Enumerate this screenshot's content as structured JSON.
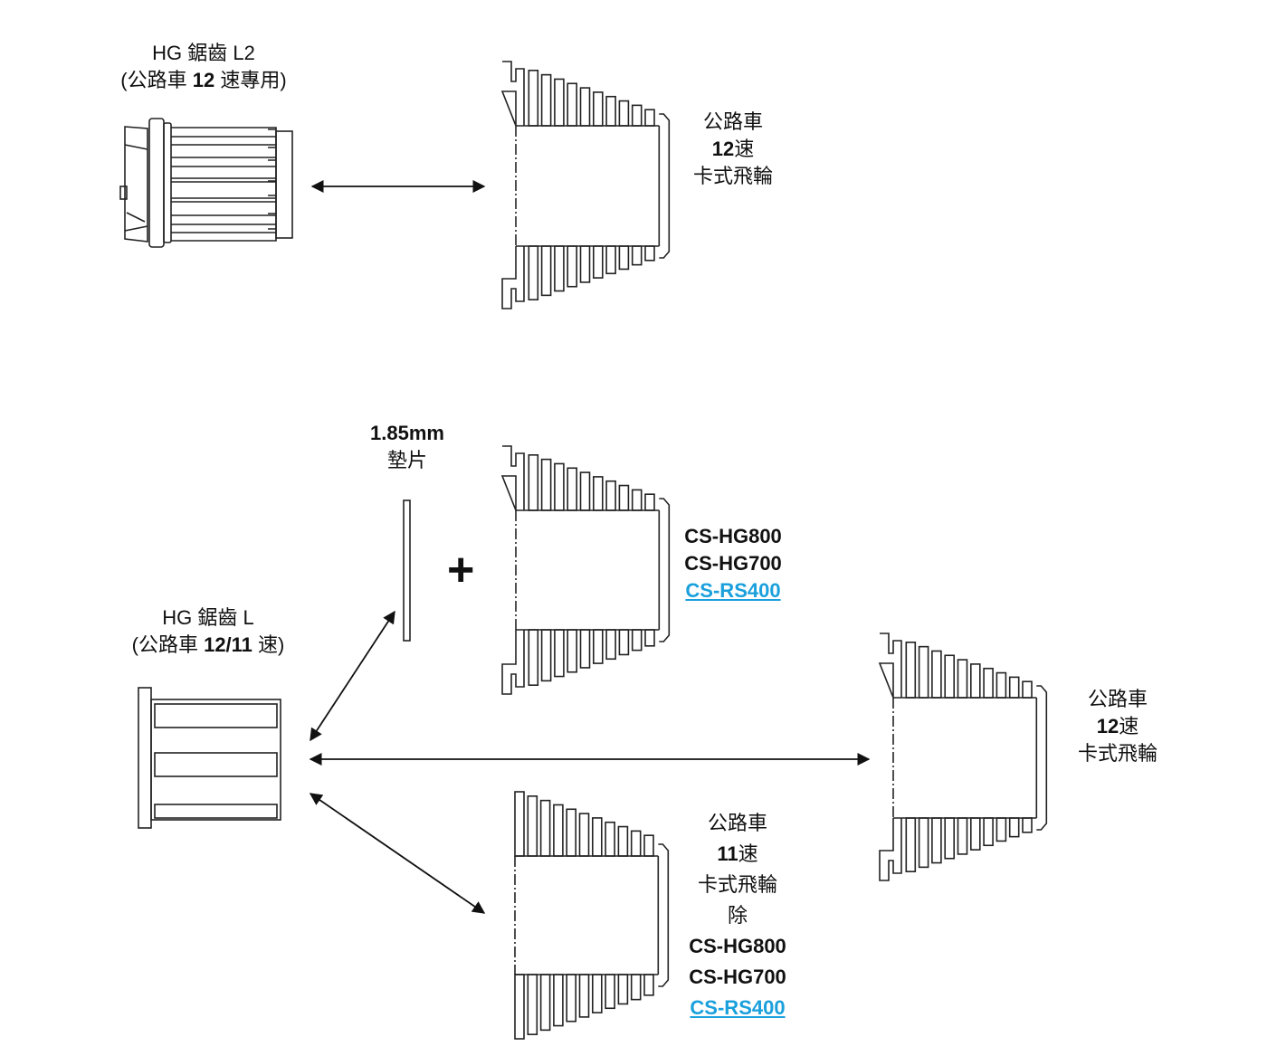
{
  "top_section": {
    "freehub_title": "HG 鋸齒 L2",
    "freehub_subtitle_pre": "(公路車 ",
    "freehub_subtitle_num": "12",
    "freehub_subtitle_post": " 速專用)",
    "cassette_label": {
      "line1": "公路車",
      "line2_num": "12",
      "line2_text": "速",
      "line3": "卡式飛輪"
    }
  },
  "bottom_section": {
    "freehub_title": "HG 鋸齒 L",
    "freehub_subtitle_pre": "(公路車 ",
    "freehub_subtitle_num": "12/11",
    "freehub_subtitle_post": " 速)",
    "spacer_label": {
      "line1": "1.85mm",
      "line2": "墊片"
    },
    "plus_symbol": "+",
    "spacer_cassettes": {
      "items": [
        "CS-HG800",
        "CS-HG700"
      ],
      "link": "CS-RS400"
    },
    "right_cassette_label": {
      "line1": "公路車",
      "line2_num": "12",
      "line2_text": "速",
      "line3": "卡式飛輪"
    },
    "lower_cassette_label": {
      "line1": "公路車",
      "line2_num": "11",
      "line2_text": "速",
      "line3": "卡式飛輪",
      "line4": "除",
      "items": [
        "CS-HG800",
        "CS-HG700"
      ],
      "link": "CS-RS400"
    }
  },
  "colors": {
    "line": "#111111",
    "link": "#1aa0dc"
  }
}
